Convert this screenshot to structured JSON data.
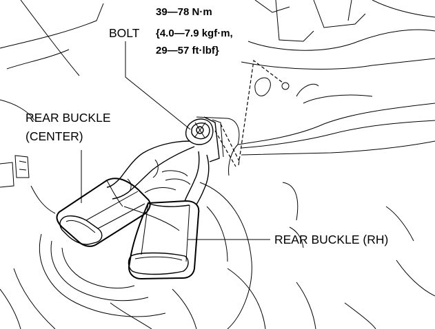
{
  "labels": {
    "bolt": "BOLT",
    "torque_line1": "39—78 N·m",
    "torque_line2": "{4.0—7.9 kgf·m,",
    "torque_line3": "29—57 ft·lbf}",
    "rear_buckle_center_line1": "REAR BUCKLE",
    "rear_buckle_center_line2": "(CENTER)",
    "rear_buckle_rh": "REAR BUCKLE (RH)"
  },
  "colors": {
    "line": "#000000",
    "background": "#ffffff"
  }
}
